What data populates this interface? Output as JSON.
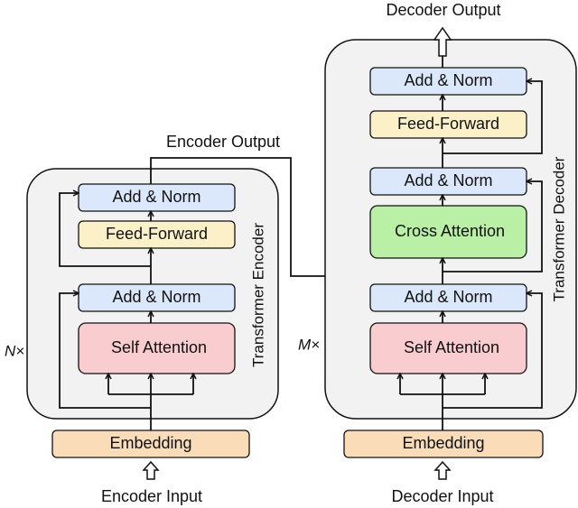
{
  "colors": {
    "container_fill": "#f2f2f2",
    "add_norm_fill": "#dbe8fb",
    "feed_forward_fill": "#fbf0c8",
    "attention_fill": "#f9cccf",
    "cross_attention_fill": "#b9f0a6",
    "embedding_fill": "#fbdcb8",
    "stroke": "#111111"
  },
  "encoder": {
    "side_label": "Transformer Encoder",
    "repeat_label": "N×",
    "add_norm_top": "Add & Norm",
    "feed_forward": "Feed-Forward",
    "add_norm_bottom": "Add & Norm",
    "self_attention": "Self Attention",
    "embedding": "Embedding",
    "input_label": "Encoder Input",
    "output_label": "Encoder Output"
  },
  "decoder": {
    "side_label": "Transformer Decoder",
    "repeat_label": "M×",
    "add_norm_top": "Add & Norm",
    "feed_forward": "Feed-Forward",
    "add_norm_mid": "Add & Norm",
    "cross_attention": "Cross Attention",
    "add_norm_bottom": "Add & Norm",
    "self_attention": "Self Attention",
    "embedding": "Embedding",
    "input_label": "Decoder Input",
    "output_label": "Decoder Output"
  }
}
